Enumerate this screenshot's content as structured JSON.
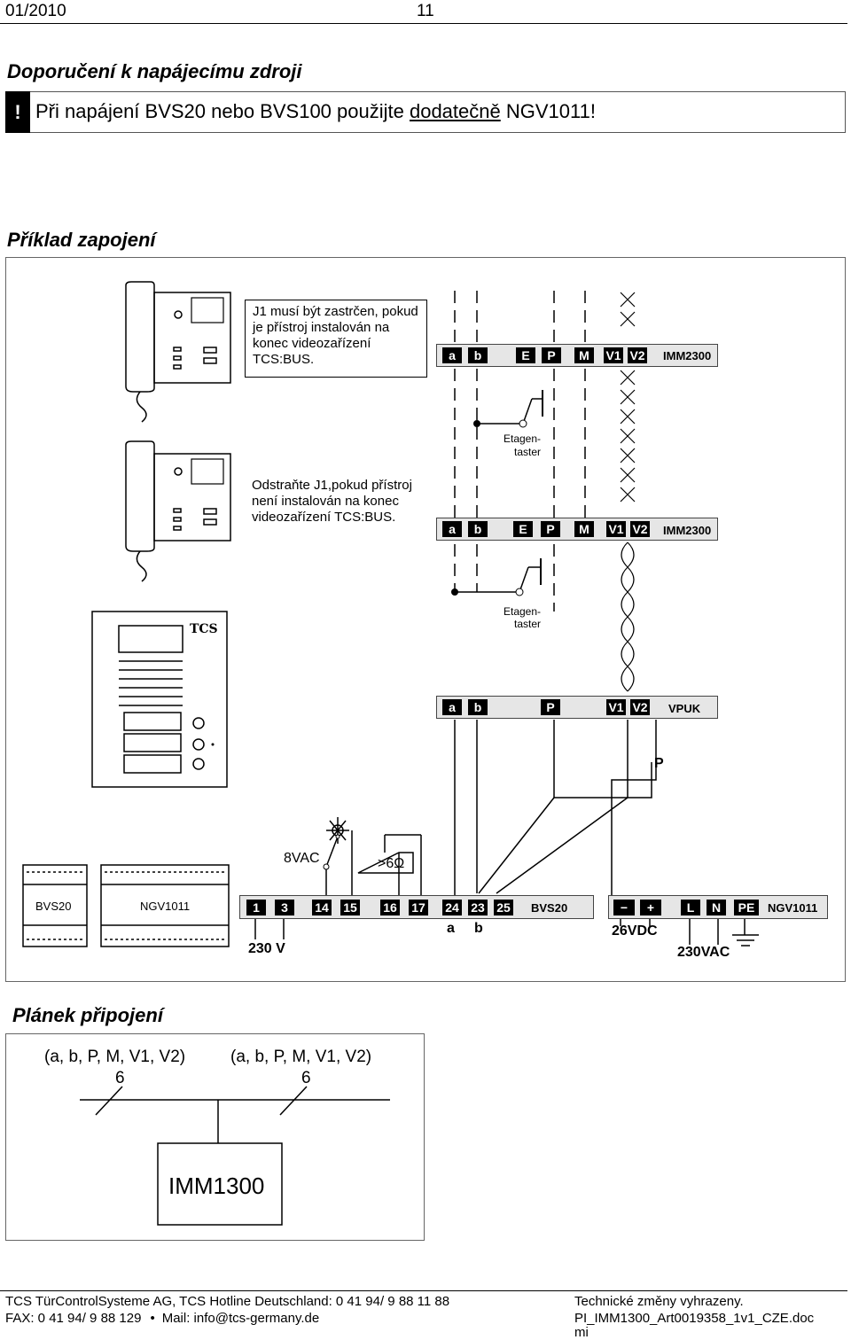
{
  "header": {
    "date": "01/2010",
    "page_number": "11"
  },
  "power_section": {
    "title": "Doporučení  k napájecímu zdroji",
    "warning_mark": "!",
    "warning_text_before": "Při napájení BVS20 nebo BVS100 použijte ",
    "warning_text_underlined": "dodatečně",
    "warning_text_after": " NGV1011!"
  },
  "example_section": {
    "title": "Příklad zapojení",
    "note_top": "J1 musí být zastrčen, pokud je přístroj instalován na konec videozařízení TCS:BUS.",
    "note_bottom": "Odstraňte J1,pokud přístroj není instalován na konec videozařízení TCS:BUS.",
    "etagen_line1": "Etagen-",
    "etagen_line2": "taster",
    "strip_imm_top": {
      "tags": [
        "a",
        "b",
        "E",
        "P",
        "M",
        "V1",
        "V2"
      ],
      "name": "IMM2300"
    },
    "strip_imm_bottom": {
      "tags": [
        "a",
        "b",
        "E",
        "P",
        "M",
        "V1",
        "V2"
      ],
      "name": "IMM2300"
    },
    "strip_vpuk": {
      "tags": [
        "a",
        "b",
        "P",
        "V1",
        "V2"
      ],
      "name": "VPUK"
    },
    "p_label": "P",
    "door_station_logo": "TCS",
    "label_8vac": "8VAC",
    "label_resistor": ">6Ω",
    "bvs_module_label": "BVS20",
    "ngv_module_label": "NGV1011",
    "bvs_terminals": [
      "1",
      "3",
      "14",
      "15",
      "16",
      "17",
      "24",
      "23",
      "25"
    ],
    "bvs_strip_name": "BVS20",
    "ngv_terminals": [
      "−",
      "+",
      "L",
      "N",
      "PE"
    ],
    "ngv_strip_name": "NGV1011",
    "label_230v": "230 V",
    "label_a": "a",
    "label_b": "b",
    "label_26vdc": "26VDC",
    "label_230vac": "230VAC"
  },
  "plan_section": {
    "title": "Plánek připojení",
    "cable_left_label": "(a, b, P, M, V1, V2)",
    "cable_left_count": "6",
    "cable_right_label": "(a, b, P, M, V1, V2)",
    "cable_right_count": "6",
    "device_label": "IMM1300"
  },
  "footer": {
    "company_line": "TCS TürControlSysteme AG, TCS Hotline Deutschland:  0 41 94/ 9 88 11 88",
    "fax": "FAX: 0 41 94/ 9 88 129",
    "bullet": "•",
    "mail": "Mail: info@tcs-germany.de",
    "changes_note": "Technické změny vyhrazeny.",
    "doc_name_line1": "PI_IMM1300_Art0019358_1v1_CZE.doc",
    "doc_name_line2": "mi"
  }
}
